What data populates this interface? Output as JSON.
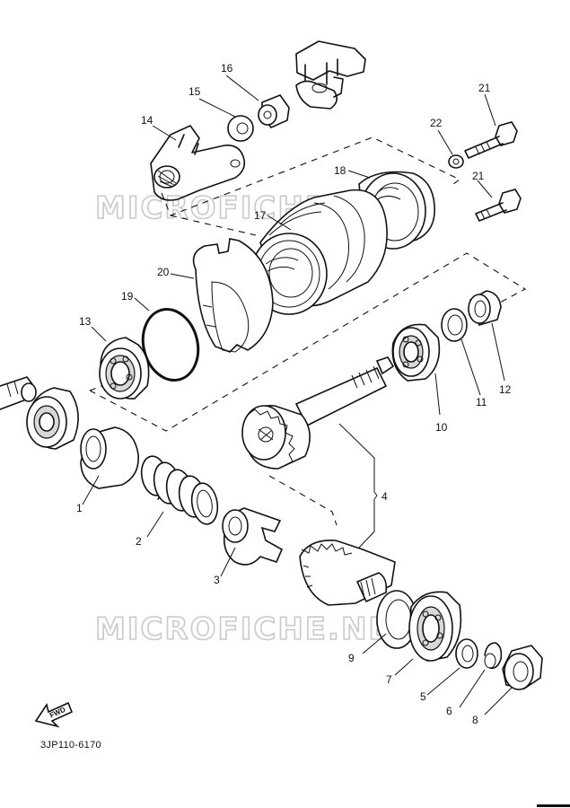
{
  "watermark": "MICROFICHE.NET",
  "diagram_code": "3JP110-6170",
  "fwd_label": "FWD",
  "parts": [
    {
      "id": "1",
      "label": "1"
    },
    {
      "id": "2",
      "label": "2"
    },
    {
      "id": "3",
      "label": "3"
    },
    {
      "id": "4",
      "label": "4"
    },
    {
      "id": "5",
      "label": "5"
    },
    {
      "id": "6",
      "label": "6"
    },
    {
      "id": "7",
      "label": "7"
    },
    {
      "id": "8",
      "label": "8"
    },
    {
      "id": "9",
      "label": "9"
    },
    {
      "id": "10",
      "label": "10"
    },
    {
      "id": "11",
      "label": "11"
    },
    {
      "id": "12",
      "label": "12"
    },
    {
      "id": "13",
      "label": "13"
    },
    {
      "id": "14",
      "label": "14"
    },
    {
      "id": "15",
      "label": "15"
    },
    {
      "id": "16",
      "label": "16"
    },
    {
      "id": "17",
      "label": "17"
    },
    {
      "id": "18",
      "label": "18"
    },
    {
      "id": "19",
      "label": "19"
    },
    {
      "id": "20",
      "label": "20"
    },
    {
      "id": "21a",
      "label": "21"
    },
    {
      "id": "21b",
      "label": "21"
    },
    {
      "id": "22",
      "label": "22"
    }
  ]
}
